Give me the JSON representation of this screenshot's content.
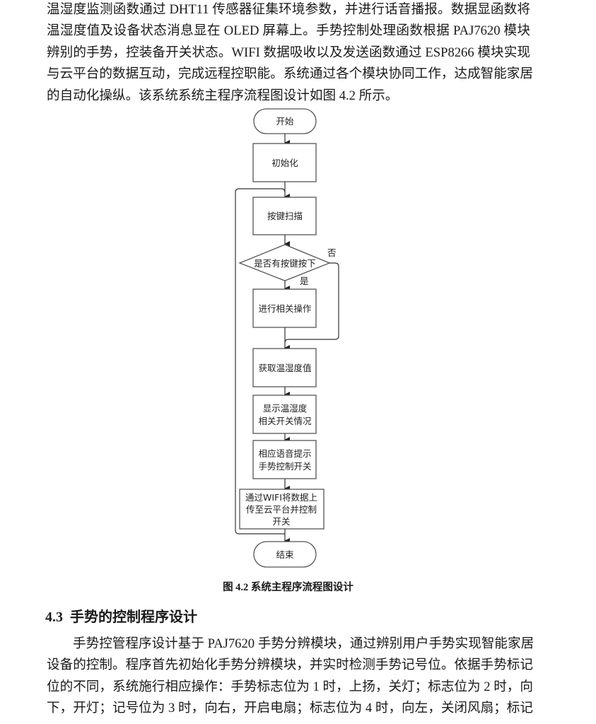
{
  "intro_paragraph": {
    "lines": [
      "温湿度监测函数通过 DHT11 传感器征集环境参数，并进行话音播报。数据显函数将",
      "温湿度值及设备状态消息显在 OLED 屏幕上。手势控制处理函数根据 PAJ7620 模块",
      "辨别的手势，控装备开关状态。WIFI 数据吸收以及发送函数通过 ESP8266 模块实现",
      "与云平台的数据互动，完成远程控职能。系统通过各个模块协同工作，达成智能家居",
      "的自动化操纵。该系统系统主程序流程图设计如图 4.2 所示。"
    ]
  },
  "flowchart": {
    "start": "开始",
    "init": "初始化",
    "scan": "按键扫描",
    "decision": "是否有按键按下",
    "yes_label": "是",
    "no_label": "否",
    "operate": "进行相关操作",
    "get_temp": "获取温湿度值",
    "display": [
      "显示温湿度",
      "相关开关情况"
    ],
    "voice": [
      "相应语音提示",
      "手势控制开关"
    ],
    "wifi": [
      "通过WIFI将数据上",
      "传至云平台并控制",
      "开关"
    ],
    "end": "结束"
  },
  "figure_caption": "图 4.2 系统主程序流程图设计",
  "section": {
    "number": "4.3",
    "title": "手势的控制程序设计"
  },
  "body_paragraph": {
    "lines": [
      "手势控管程序设计基于 PAJ7620 手势分辨模块，通过辨别用户手势实现智能家居",
      "设备的控制。程序首先初始化手势分辨模块，并实时检测手势记号位。依据手势标记",
      "位的不同，系统施行相应操作：手势标志位为 1 时，上扬，关灯；标志位为 2 时，向",
      "下，开灯；记号位为 3 时，向右，开启电扇；标志位为 4 时，向左，关闭风扇；标记"
    ]
  }
}
